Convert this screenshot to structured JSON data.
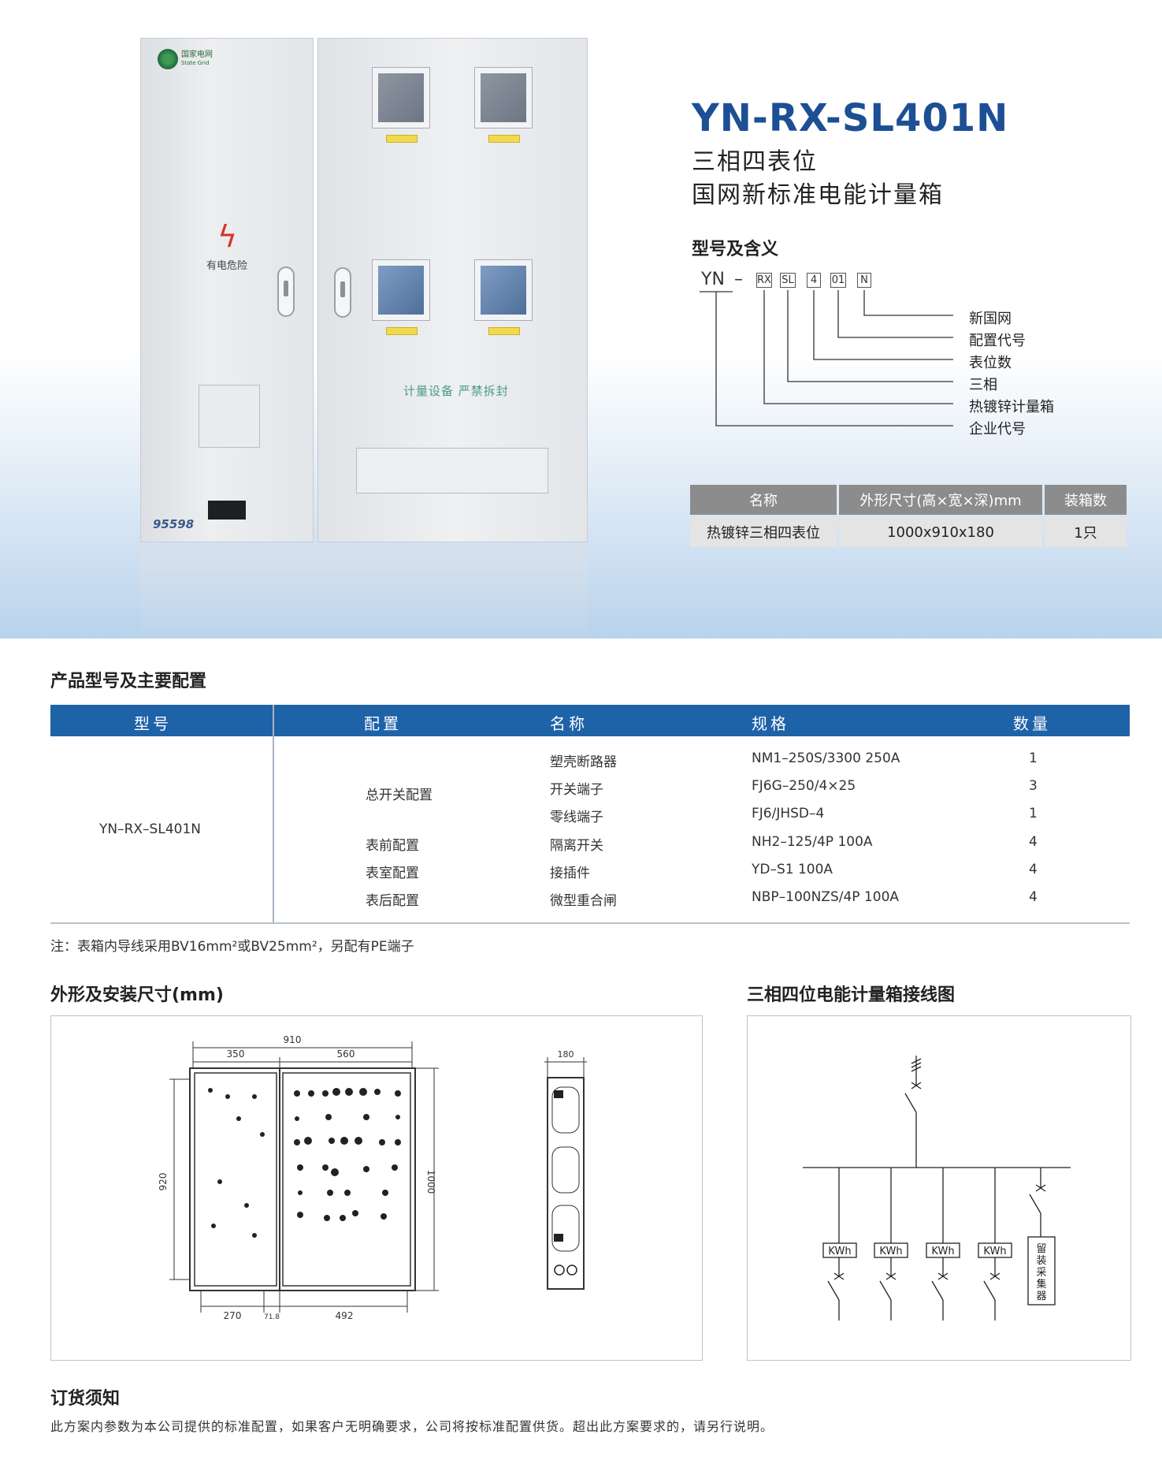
{
  "hero": {
    "model": "YN-RX-SL401N",
    "subtitle_line1": "三相四表位",
    "subtitle_line2": "国网新标准电能计量箱",
    "cabinet_logo_text_line1": "国家电网",
    "cabinet_logo_text_line2": "State Grid",
    "danger_text": "有电危险",
    "measure_text": "计量设备 严禁拆封",
    "service_number": "95598"
  },
  "meaning": {
    "heading": "型号及含义",
    "code_prefix": "YN",
    "code_dash": "–",
    "code_boxes": [
      "RX",
      "SL",
      "4",
      "01",
      "N"
    ],
    "labels": [
      "新国网",
      "配置代号",
      "表位数",
      "三相",
      "热镀锌计量箱",
      "企业代号"
    ]
  },
  "spec_table": {
    "headers": [
      "名称",
      "外形尺寸(高×宽×深)mm",
      "装箱数"
    ],
    "row": [
      "热镀锌三相四表位",
      "1000x910x180",
      "1只"
    ]
  },
  "config": {
    "heading": "产品型号及主要配置",
    "headers": [
      "型号",
      "配置",
      "名称",
      "规格",
      "数量"
    ],
    "model": "YN–RX–SL401N",
    "groups": [
      {
        "label": "总开关配置",
        "row": 1
      },
      {
        "label": "表前配置",
        "row": 3
      },
      {
        "label": "表室配置",
        "row": 4
      },
      {
        "label": "表后配置",
        "row": 5
      }
    ],
    "rows": [
      {
        "name": "塑壳断路器",
        "spec": "NM1–250S/3300  250A",
        "qty": "1"
      },
      {
        "name": "开关端子",
        "spec": "FJ6G–250/4×25",
        "qty": "3"
      },
      {
        "name": "零线端子",
        "spec": "FJ6/JHSD–4",
        "qty": "1"
      },
      {
        "name": "隔离开关",
        "spec": "NH2–125/4P 100A",
        "qty": "4"
      },
      {
        "name": "接插件",
        "spec": "YD–S1 100A",
        "qty": "4"
      },
      {
        "name": "微型重合闸",
        "spec": "NBP–100NZS/4P 100A",
        "qty": "4"
      }
    ],
    "note": "注：表箱内导线采用BV16mm²或BV25mm²，另配有PE端子"
  },
  "drawing": {
    "heading": "外形及安装尺寸(mm)",
    "dims": {
      "total_width": "910",
      "left_width": "350",
      "right_width": "560",
      "inner_height": "920",
      "outer_height": "1000",
      "bottom_left": "270",
      "bottom_mid": "71.8",
      "bottom_right": "492",
      "depth": "180"
    }
  },
  "wiring": {
    "heading": "三相四位电能计量箱接线图",
    "meter_label": "KWh",
    "collector_label": "留装采集器"
  },
  "order": {
    "heading": "订货须知",
    "text": "此方案内参数为本公司提供的标准配置，如果客户无明确要求，公司将按标准配置供货。超出此方案要求的，请另行说明。"
  }
}
